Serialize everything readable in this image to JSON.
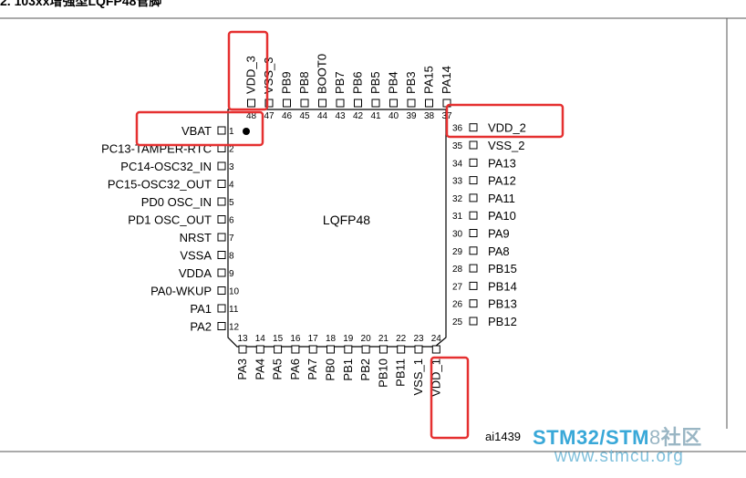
{
  "header_title": "2. 103xx增强型LQFP48管脚",
  "chip": {
    "package": "LQFP48",
    "figure_code": "ai1439"
  },
  "pins": {
    "left": [
      "VBAT",
      "PC13-TAMPER-RTC",
      "PC14-OSC32_IN",
      "PC15-OSC32_OUT",
      "PD0 OSC_IN",
      "PD1 OSC_OUT",
      "NRST",
      "VSSA",
      "VDDA",
      "PA0-WKUP",
      "PA1",
      "PA2"
    ],
    "bottom": [
      "PA3",
      "PA4",
      "PA5",
      "PA6",
      "PA7",
      "PB0",
      "PB1",
      "PB2",
      "PB10",
      "PB11",
      "VSS_1",
      "VDD_1"
    ],
    "right": [
      "PB12",
      "PB13",
      "PB14",
      "PB15",
      "PA8",
      "PA9",
      "PA10",
      "PA11",
      "PA12",
      "PA13",
      "VSS_2",
      "VDD_2"
    ],
    "top": [
      "PA14",
      "PA15",
      "PB3",
      "PB4",
      "PB5",
      "PB6",
      "PB7",
      "BOOT0",
      "PB8",
      "PB9",
      "VSS_3",
      "VDD_3"
    ]
  },
  "highlighted_pins": [
    "VDD_3",
    "VBAT",
    "VDD_2",
    "VDD_1"
  ],
  "colors": {
    "highlight": "#e53030",
    "line": "#000000",
    "frame": "#555555",
    "wm_blue": "#39a8d8",
    "wm_gray": "#9ab6c4"
  },
  "watermark": {
    "stm32": "STM32",
    "slash": "/",
    "stm": "STM",
    "eight": "8",
    "community": "社区",
    "url": "www.stmcu.org"
  }
}
